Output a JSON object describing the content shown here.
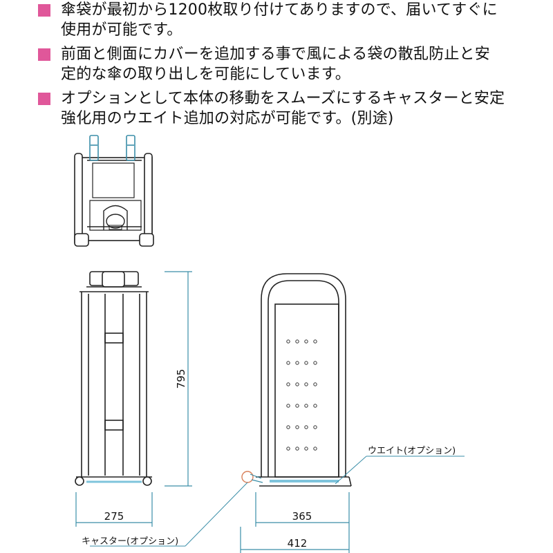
{
  "bullets": [
    {
      "line1": "傘袋が最初から1200枚取り付けてありますので、届いてすぐに",
      "line2": "使用が可能です。"
    },
    {
      "line1": "前面と側面にカバーを追加する事で風による袋の散乱防止と安",
      "line2": "定的な傘の取り出しを可能にしています。"
    },
    {
      "line1": "オプションとして本体の移動をスムーズにするキャスターと安定",
      "line2": "強化用のウエイト追加の対応が可能です。(別途)"
    }
  ],
  "dimensions": {
    "height": "795",
    "front_width": "275",
    "side_inner_width": "365",
    "side_total_width": "412"
  },
  "callouts": {
    "weight": "ウエイト(オプション)",
    "caster": "キャスター(オプション)"
  },
  "colors": {
    "bullet_mark": "#e0579a",
    "dimension_line": "#3a8ea8",
    "callout_circle": "#d9805a",
    "highlight": "#7fc4dc"
  }
}
